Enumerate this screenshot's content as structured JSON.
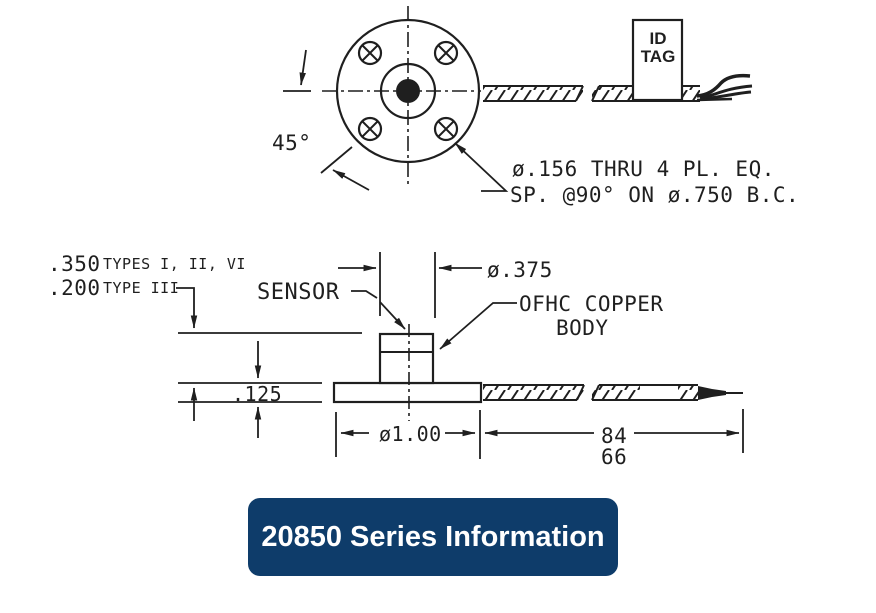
{
  "colors": {
    "ink": "#1f1f1f",
    "background": "#ffffff",
    "button_bg": "#0e3c6a",
    "button_text": "#ffffff"
  },
  "drawing": {
    "top_view": {
      "angle_label": "45°",
      "id_tag": [
        "ID",
        "TAG"
      ],
      "hole_note": [
        "ø.156 THRU 4 PL. EQ.",
        "SP. @90° ON ø.750 B.C."
      ]
    },
    "side_view": {
      "height_value_1": ".350",
      "height_types_1": "TYPES I, II, VI",
      "height_value_2": ".200",
      "height_types_2": "TYPE III",
      "sensor_label": "SENSOR",
      "sensor_dia": "ø.375",
      "body_material": [
        "OFHC COPPER",
        "BODY"
      ],
      "flange_thickness": ".125",
      "flange_dia": "ø1.00",
      "cable_length": [
        "84",
        "66"
      ]
    }
  },
  "button": {
    "label": "20850 Series Information"
  }
}
